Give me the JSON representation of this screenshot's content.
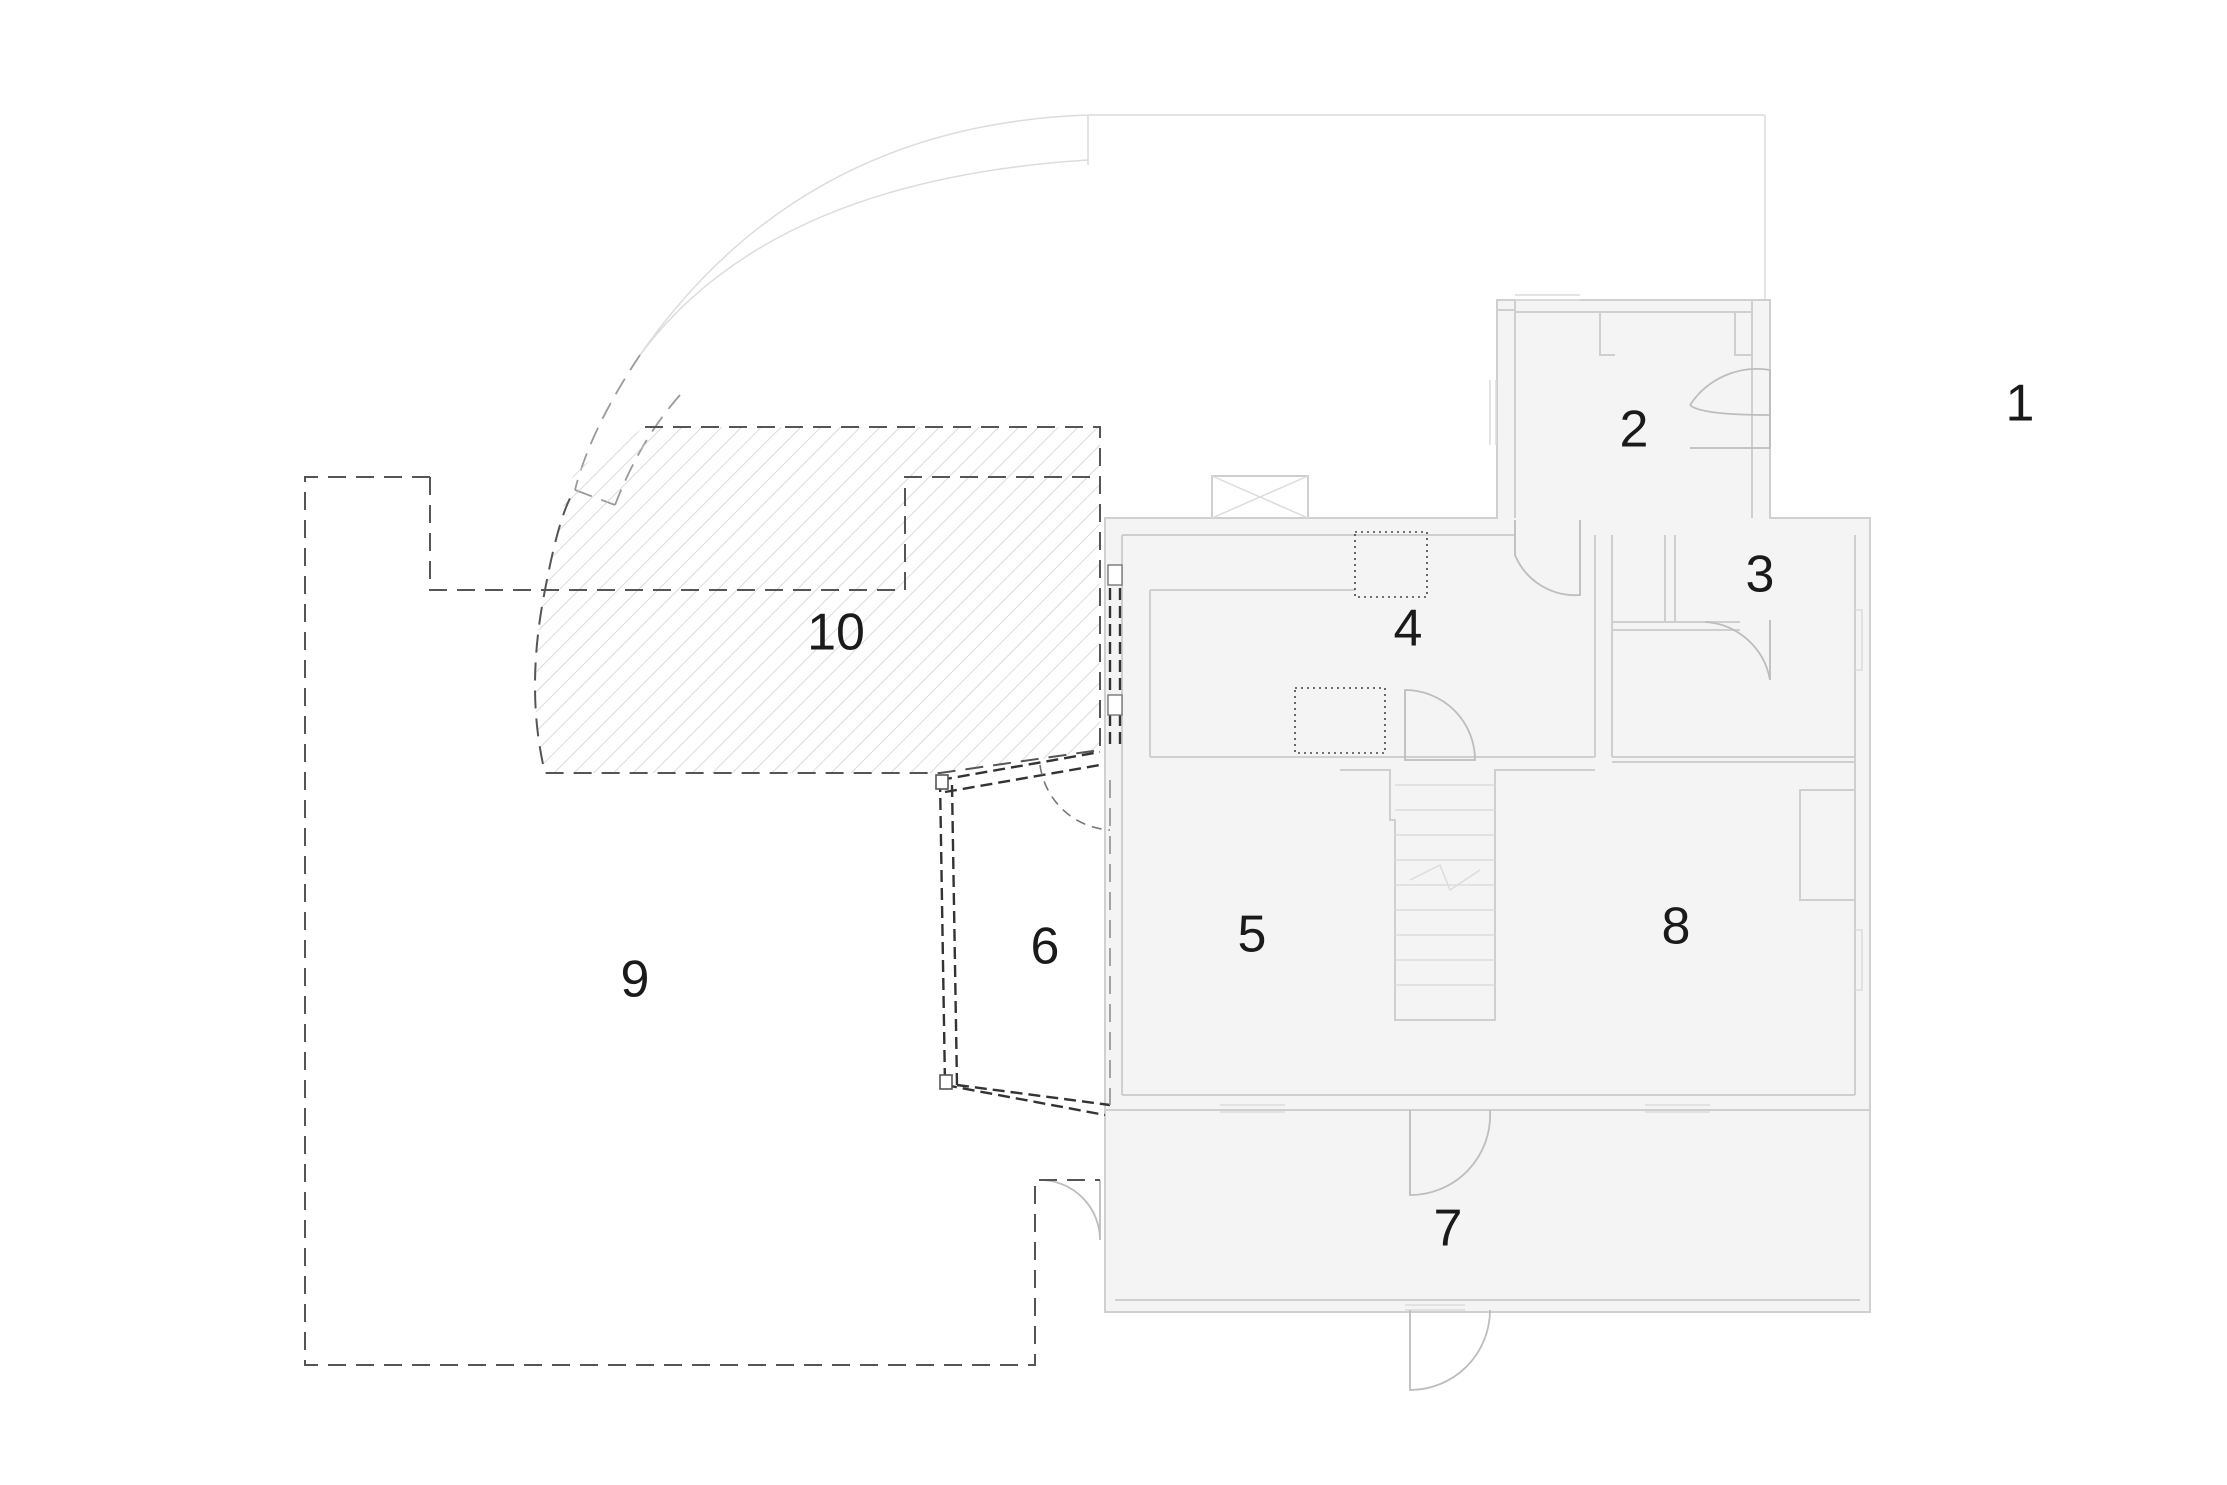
{
  "plan": {
    "colors": {
      "wall": "#cfcfcf",
      "existing_fill": "#f3f3f3",
      "hatch": "#c9c9c9",
      "dashed_new": "#555555",
      "label": "#1a1a1a"
    },
    "rooms": [
      {
        "id": "room-1",
        "label": "1"
      },
      {
        "id": "room-2",
        "label": "2"
      },
      {
        "id": "room-3",
        "label": "3"
      },
      {
        "id": "room-4",
        "label": "4"
      },
      {
        "id": "room-5",
        "label": "5"
      },
      {
        "id": "room-6",
        "label": "6"
      },
      {
        "id": "room-7",
        "label": "7"
      },
      {
        "id": "room-8",
        "label": "8"
      },
      {
        "id": "room-9",
        "label": "9"
      },
      {
        "id": "room-10",
        "label": "10"
      }
    ]
  }
}
